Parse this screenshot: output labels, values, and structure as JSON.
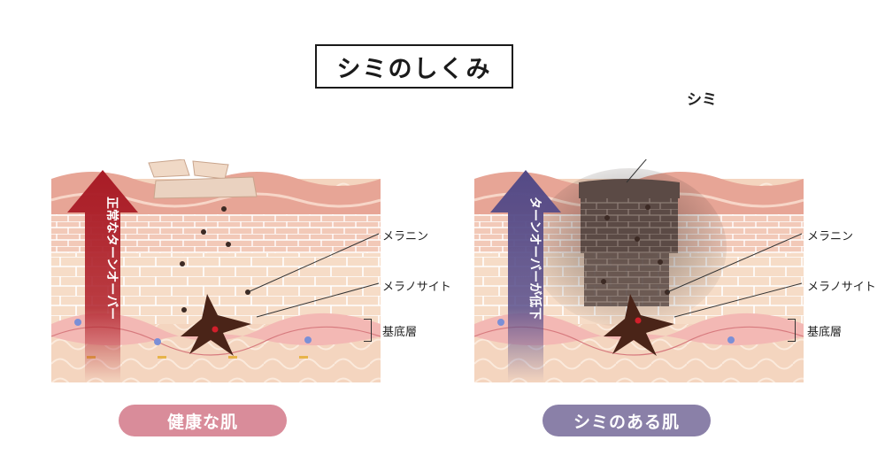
{
  "title": "シミのしくみ",
  "left_panel": {
    "arrow_text": "正常なターンオーバー",
    "labels": {
      "melanin": "メラニン",
      "melanocyte": "メラノサイト",
      "basal_layer": "基底層"
    },
    "caption": "健康な肌",
    "arrow_color": "#b0202a",
    "caption_color": "#d98c9a"
  },
  "right_panel": {
    "arrow_text": "ターンオーバーが低下",
    "labels": {
      "spot": "シミ",
      "melanin": "メラニン",
      "melanocyte": "メラノサイト",
      "basal_layer": "基底層"
    },
    "caption": "シミのある肌",
    "arrow_color": "#5a4f8c",
    "caption_color": "#8a80a8"
  },
  "colors": {
    "skin_top": "#e9a99a",
    "skin_mid": "#f2d2bd",
    "skin_low": "#f6e2cc",
    "dermis": "#f4d7c0",
    "melanocyte": "#4a2418",
    "spot": "#5b4a45"
  }
}
